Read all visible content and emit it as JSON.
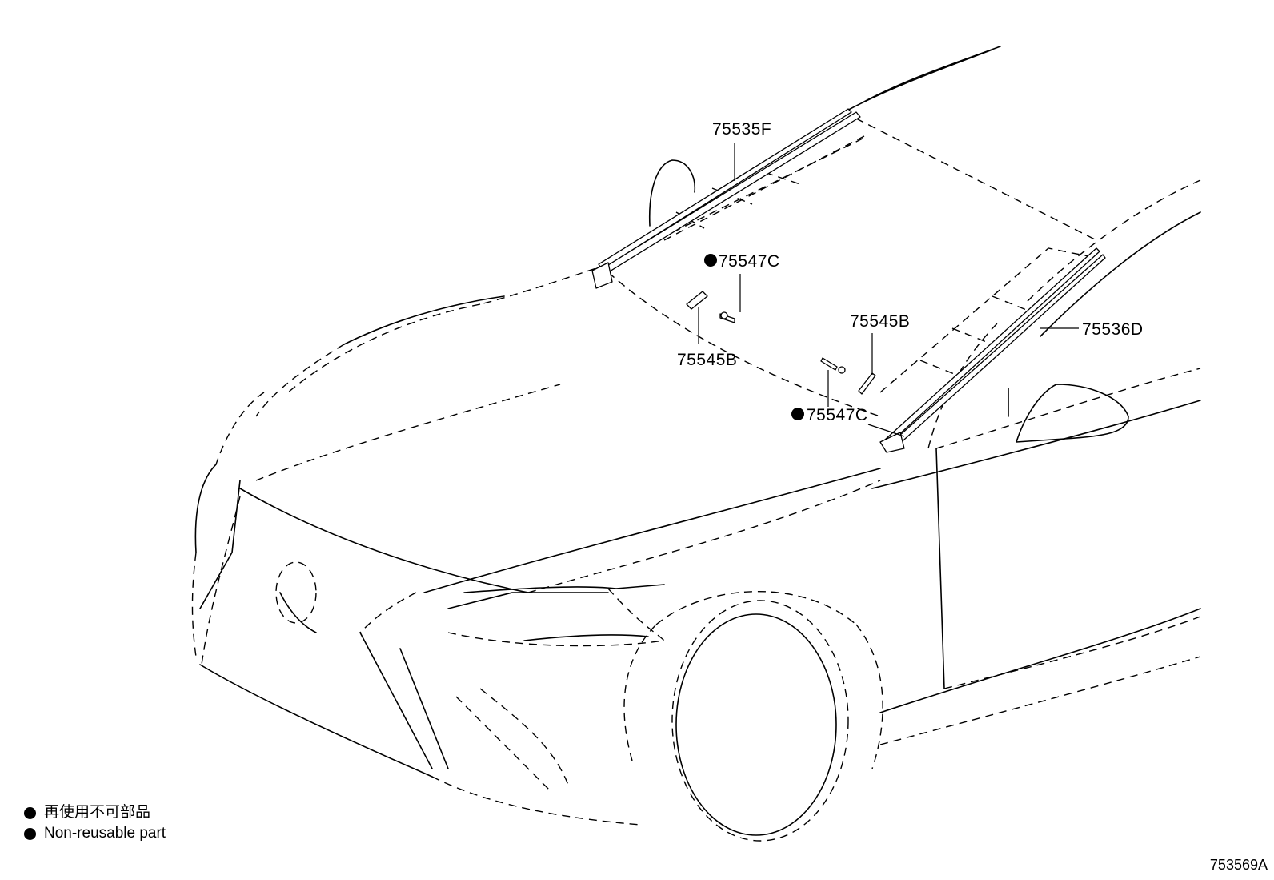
{
  "callouts": {
    "p75535F": "75535F",
    "p75547C_upper": "75547C",
    "p75545B_left": "75545B",
    "p75545B_right": "75545B",
    "p75536D": "75536D",
    "p75547C_lower": "75547C"
  },
  "legend": {
    "line_jp": "再使用不可部品",
    "line_en": "Non-reusable part",
    "bullet_icon": "filled-circle-icon"
  },
  "figure_id": "753569A",
  "colors": {
    "line": "#000000",
    "background": "#ffffff"
  }
}
